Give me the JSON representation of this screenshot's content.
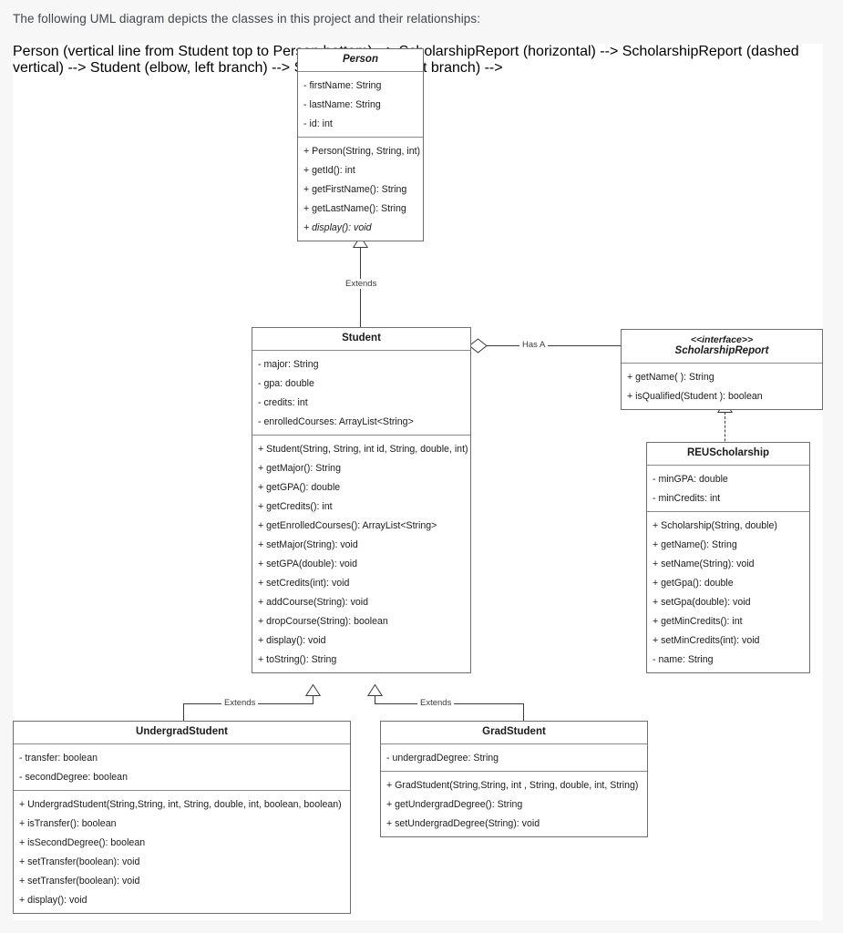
{
  "page": {
    "intro_text": "The following UML diagram depicts the classes in this project and their relationships:",
    "background_color": "#f7f7f8",
    "canvas_color": "#ffffff",
    "line_color": "#3a3a3a",
    "box_border_color": "#6e6e6e"
  },
  "classes": {
    "person": {
      "name": "Person",
      "abstract": true,
      "attributes": [
        "- firstName: String",
        "- lastName: String",
        "- id: int"
      ],
      "methods": [
        "+ Person(String, String, int)",
        "+ getId(): int",
        "+ getFirstName(): String",
        "+ getLastName(): String",
        "+ display(): void"
      ],
      "abstract_methods": [
        "+ display(): void"
      ]
    },
    "student": {
      "name": "Student",
      "abstract": false,
      "attributes": [
        "- major: String",
        "- gpa: double",
        "- credits: int",
        "- enrolledCourses: ArrayList<String>"
      ],
      "methods": [
        "+ Student(String, String, int id, String, double, int)",
        "+ getMajor(): String",
        "+ getGPA(): double",
        "+ getCredits(): int",
        "+ getEnrolledCourses(): ArrayList<String>",
        "+ setMajor(String): void",
        "+ setGPA(double): void",
        "+ setCredits(int): void",
        "+ addCourse(String): void",
        "+ dropCourse(String): boolean",
        "+ display(): void",
        "+ toString(): String"
      ]
    },
    "scholarship_report": {
      "stereotype": "<<interface>>",
      "name": "ScholarshipReport",
      "abstract": true,
      "attributes": [],
      "methods": [
        "+ getName( ): String",
        "+ isQualified(Student ): boolean"
      ]
    },
    "reu_scholarship": {
      "name": "REUScholarship",
      "abstract": false,
      "attributes": [
        "- minGPA: double",
        "- minCredits: int"
      ],
      "methods": [
        "+ Scholarship(String, double)",
        "+ getName(): String",
        "+ setName(String): void",
        "+ getGpa(): double",
        "+ setGpa(double): void",
        "+ getMinCredits(): int",
        "+ setMinCredits(int): void",
        "- name: String"
      ]
    },
    "undergrad_student": {
      "name": "UndergradStudent",
      "abstract": false,
      "attributes": [
        "- transfer: boolean",
        "- secondDegree: boolean"
      ],
      "methods": [
        "+ UndergradStudent(String,String, int, String, double, int, boolean, boolean)",
        "+ isTransfer(): boolean",
        "+ isSecondDegree(): boolean",
        "+ setTransfer(boolean): void",
        "+ setTransfer(boolean): void",
        "+ display(): void"
      ]
    },
    "grad_student": {
      "name": "GradStudent",
      "abstract": false,
      "attributes": [
        "- undergradDegree: String"
      ],
      "methods": [
        "+ GradStudent(String,String, int , String, double, int, String)",
        "+ getUndergradDegree(): String",
        "+ setUndergradDegree(String): void"
      ]
    }
  },
  "relationships": {
    "student_extends_person": {
      "label": "Extends",
      "type": "generalization"
    },
    "undergrad_extends_student": {
      "label": "Extends",
      "type": "generalization"
    },
    "grad_extends_student": {
      "label": "Extends",
      "type": "generalization"
    },
    "student_has_scholarship_report": {
      "label": "Has A",
      "type": "aggregation"
    },
    "reu_implements_report": {
      "label": "",
      "type": "realization"
    }
  }
}
